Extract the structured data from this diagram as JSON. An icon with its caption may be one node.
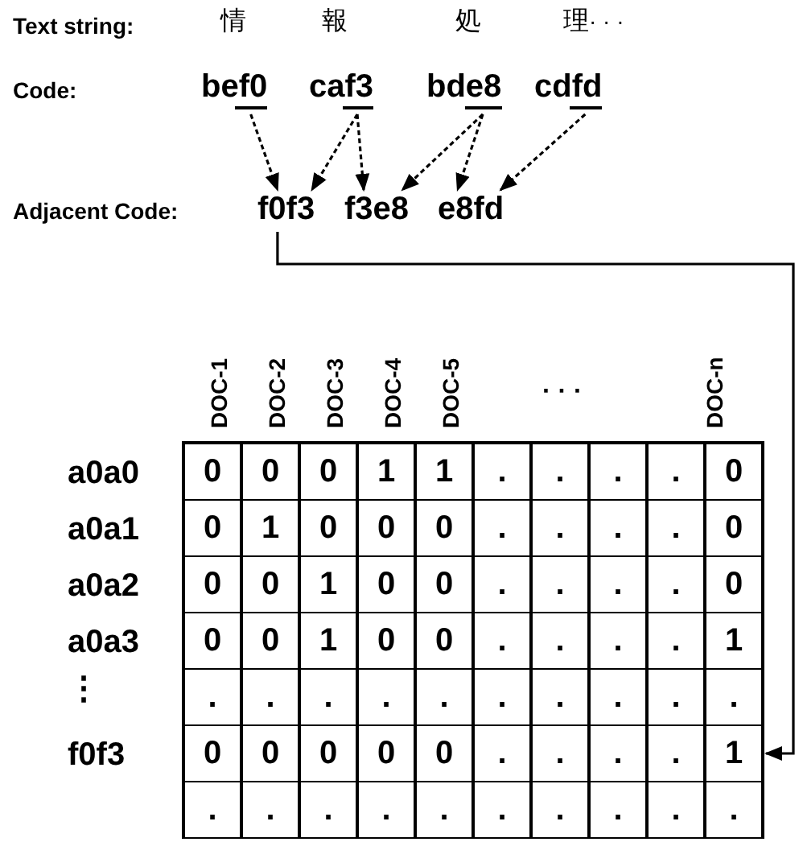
{
  "diagram": {
    "nodes": [
      {
        "text": [
          "bef0"
        ]
      },
      {
        "text": [
          "caf3"
        ]
      },
      {
        "text": [
          "bde8"
        ]
      },
      {
        "text": [
          "cdfd"
        ]
      },
      {
        "text": [
          "f0f3"
        ]
      },
      {
        "text": [
          "f3e8"
        ]
      },
      {
        "text": [
          "e8fd"
        ]
      },
      {
        "text": [],
        "shape": "box"
      }
    ],
    "edges": [
      {
        "from": 0,
        "to": 4,
        "arrow": "to",
        "style": "dashed"
      },
      {
        "from": 1,
        "to": 4,
        "arrow": "to",
        "style": "dashed"
      },
      {
        "from": 1,
        "to": 5,
        "arrow": "to",
        "style": "dashed"
      },
      {
        "from": 2,
        "to": 5,
        "arrow": "to",
        "style": "dashed"
      },
      {
        "from": 2,
        "to": 6,
        "arrow": "to",
        "style": "dashed"
      },
      {
        "from": 3,
        "to": 6,
        "arrow": "to",
        "style": "dashed"
      },
      {
        "from": 4,
        "to": 7,
        "arrow": "to"
      }
    ],
    "labels": [
      "Text string:",
      "情",
      "報",
      "処",
      "理",
      "· · ·",
      "Code:",
      "Adjacent Code:",
      "DOC-1",
      "DOC-2",
      "DOC-3",
      "DOC-4",
      "DOC-5",
      "· · ·",
      "DOC-n",
      "a0a0",
      "0",
      "0",
      "0",
      "1",
      "1",
      ".",
      ".",
      ".",
      ".",
      "0",
      "a0a1",
      "0",
      "1",
      "0",
      "0",
      "0",
      ".",
      ".",
      ".",
      ".",
      "0",
      "a0a2",
      "0",
      "0",
      "1",
      "0",
      "0",
      ".",
      ".",
      ".",
      ".",
      "0",
      "a0a3",
      "0",
      "0",
      "1",
      "0",
      "0",
      ".",
      ".",
      ".",
      ".",
      "1",
      "⋮",
      ".",
      ".",
      ".",
      ".",
      ".",
      ".",
      ".",
      ".",
      ".",
      ".",
      "f0f3",
      "0",
      "0",
      "0",
      "0",
      "0",
      ".",
      ".",
      ".",
      ".",
      "1",
      ".",
      ".",
      ".",
      ".",
      ".",
      ".",
      ".",
      ".",
      ".",
      "."
    ]
  }
}
